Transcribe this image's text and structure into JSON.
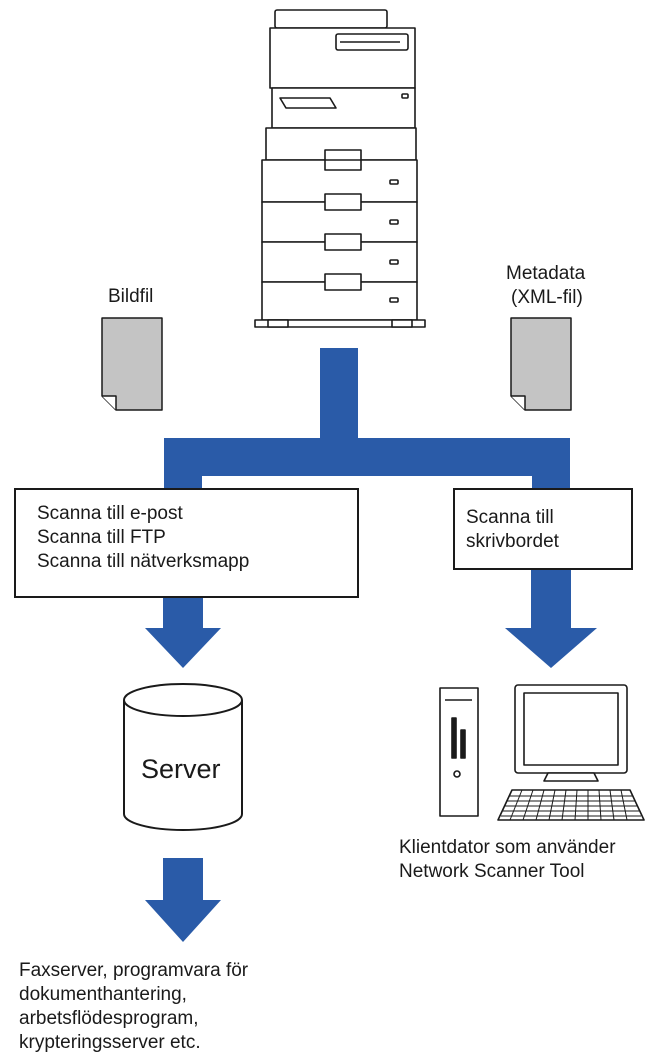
{
  "labels": {
    "image_file": "Bildfil",
    "metadata_line1": "Metadata",
    "metadata_line2": "(XML-fil)"
  },
  "left_box": {
    "lines": [
      "Scanna till e-post",
      "Scanna till FTP",
      "Scanna till nätverksmapp"
    ]
  },
  "right_box": {
    "lines": [
      "Scanna till",
      "skrivbordet"
    ]
  },
  "server_label": "Server",
  "client_caption": [
    "Klientdator som använder",
    "Network Scanner Tool"
  ],
  "destinations_caption": [
    "Faxserver, programvara för",
    "dokumenthantering,",
    "arbetsflödesprogram,",
    "krypteringsserver etc."
  ],
  "colors": {
    "arrow": "#2a5ba8",
    "document": "#c4c4c4",
    "outline": "#1a1a1a"
  }
}
